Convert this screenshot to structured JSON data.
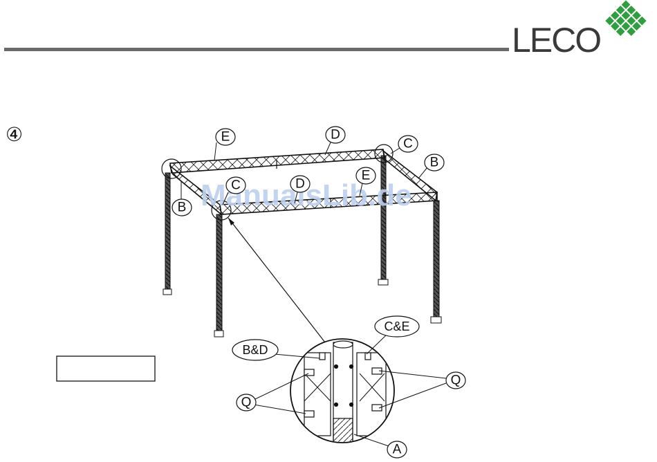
{
  "brand": {
    "logo_text": "LECO",
    "accent_color": "#2e9e3e"
  },
  "watermark": "ManualsLib.de",
  "step_number": "④",
  "labels": {
    "e_top": "E",
    "d_top": "D",
    "c_right": "C",
    "b_right": "B",
    "c_front": "C",
    "d_front": "D",
    "e_front": "E",
    "b_left": "B",
    "b_and_d": "B&D",
    "c_and_e": "C&E",
    "q_left": "Q",
    "q_right": "Q",
    "a_bottom": "A"
  },
  "note_box": ""
}
